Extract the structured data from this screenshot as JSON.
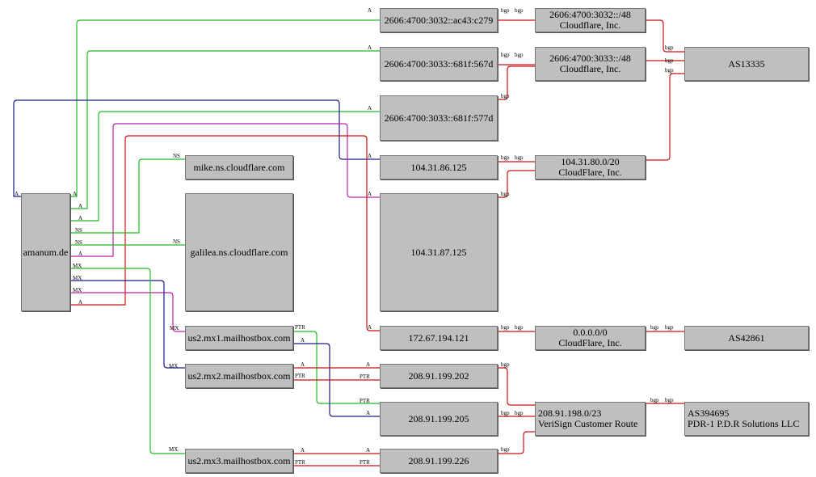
{
  "colors": {
    "node_fill": "#c0bec0",
    "green": "#22bb22",
    "blue": "#1a1a8c",
    "magenta": "#bb22aa",
    "red": "#cc1111"
  },
  "nodes": {
    "amanum": "amanum.de",
    "v6_1": "2606:4700:3032::ac43:c279",
    "v6_2": "2606:4700:3033::681f:567d",
    "v6_3": "2606:4700:3033::681f:577d",
    "ip_86": "104.31.86.125",
    "ip_87": "104.31.87.125",
    "ip_172": "172.67.194.121",
    "pfx_v6_1": [
      "2606:4700:3032::/48",
      "Cloudflare, Inc."
    ],
    "pfx_v6_2": [
      "2606:4700:3033::/48",
      "Cloudflare, Inc."
    ],
    "pfx_104": [
      "104.31.80.0/20",
      "CloudFlare, Inc."
    ],
    "pfx_0": [
      "0.0.0.0/0",
      "CloudFlare, Inc."
    ],
    "as13335": "AS13335",
    "as42861": "AS42861",
    "ns_mike": "mike.ns.cloudflare.com",
    "ns_galilea": "galilea.ns.cloudflare.com",
    "mx1": "us2.mx1.mailhostbox.com",
    "mx2": "us2.mx2.mailhostbox.com",
    "mx3": "us2.mx3.mailhostbox.com",
    "ip_202": "208.91.199.202",
    "ip_205": "208.91.199.205",
    "ip_226": "208.91.199.226",
    "pfx_208": [
      "208.91.198.0/23",
      "VeriSign Customer Route"
    ],
    "as394695": [
      "AS394695",
      "PDR-1 P.D.R Solutions LLC"
    ]
  },
  "edges": [
    {
      "from": "amanum.de",
      "to": "2606:4700:3032::ac43:c279",
      "type": "A",
      "color": "green"
    },
    {
      "from": "amanum.de",
      "to": "2606:4700:3033::681f:567d",
      "type": "A",
      "color": "green"
    },
    {
      "from": "amanum.de",
      "to": "2606:4700:3033::681f:577d",
      "type": "A",
      "color": "green"
    },
    {
      "from": "amanum.de",
      "to": "104.31.86.125",
      "type": "A",
      "color": "blue"
    },
    {
      "from": "amanum.de",
      "to": "104.31.87.125",
      "type": "A",
      "color": "magenta"
    },
    {
      "from": "amanum.de",
      "to": "172.67.194.121",
      "type": "A",
      "color": "red"
    },
    {
      "from": "amanum.de",
      "to": "mike.ns.cloudflare.com",
      "type": "NS",
      "color": "green"
    },
    {
      "from": "amanum.de",
      "to": "galilea.ns.cloudflare.com",
      "type": "NS",
      "color": "green"
    },
    {
      "from": "amanum.de",
      "to": "us2.mx1.mailhostbox.com",
      "type": "MX",
      "color": "magenta"
    },
    {
      "from": "amanum.de",
      "to": "us2.mx2.mailhostbox.com",
      "type": "MX",
      "color": "blue"
    },
    {
      "from": "amanum.de",
      "to": "us2.mx3.mailhostbox.com",
      "type": "MX",
      "color": "green"
    },
    {
      "from": "us2.mx1.mailhostbox.com",
      "to": "208.91.199.205",
      "type": "PTR",
      "color": "green"
    },
    {
      "from": "us2.mx1.mailhostbox.com",
      "to": "208.91.199.205",
      "type": "A",
      "color": "blue"
    },
    {
      "from": "us2.mx2.mailhostbox.com",
      "to": "208.91.199.202",
      "type": "A",
      "color": "red"
    },
    {
      "from": "us2.mx2.mailhostbox.com",
      "to": "208.91.199.202",
      "type": "PTR",
      "color": "red"
    },
    {
      "from": "us2.mx3.mailhostbox.com",
      "to": "208.91.199.226",
      "type": "A",
      "color": "red"
    },
    {
      "from": "us2.mx3.mailhostbox.com",
      "to": "208.91.199.226",
      "type": "PTR",
      "color": "red"
    },
    {
      "from": "2606:4700:3032::ac43:c279",
      "to": "2606:4700:3032::/48",
      "type": "bgp",
      "color": "red"
    },
    {
      "from": "2606:4700:3033::681f:567d",
      "to": "2606:4700:3033::/48",
      "type": "bgp",
      "color": "red"
    },
    {
      "from": "2606:4700:3033::681f:577d",
      "to": "2606:4700:3033::/48",
      "type": "bgp",
      "color": "red"
    },
    {
      "from": "104.31.86.125",
      "to": "104.31.80.0/20",
      "type": "bgp",
      "color": "red"
    },
    {
      "from": "104.31.87.125",
      "to": "104.31.80.0/20",
      "type": "bgp",
      "color": "red"
    },
    {
      "from": "172.67.194.121",
      "to": "0.0.0.0/0",
      "type": "bgp",
      "color": "red"
    },
    {
      "from": "2606:4700:3032::/48",
      "to": "AS13335",
      "type": "bgp",
      "color": "red"
    },
    {
      "from": "2606:4700:3033::/48",
      "to": "AS13335",
      "type": "bgp",
      "color": "red"
    },
    {
      "from": "104.31.80.0/20",
      "to": "AS13335",
      "type": "bgp",
      "color": "red"
    },
    {
      "from": "0.0.0.0/0",
      "to": "AS42861",
      "type": "bgp",
      "color": "red"
    },
    {
      "from": "208.91.199.202",
      "to": "208.91.198.0/23",
      "type": "bgp",
      "color": "red"
    },
    {
      "from": "208.91.199.205",
      "to": "208.91.198.0/23",
      "type": "bgp",
      "color": "red"
    },
    {
      "from": "208.91.199.226",
      "to": "208.91.198.0/23",
      "type": "bgp",
      "color": "red"
    },
    {
      "from": "208.91.198.0/23",
      "to": "AS394695",
      "type": "bgp",
      "color": "red"
    }
  ]
}
